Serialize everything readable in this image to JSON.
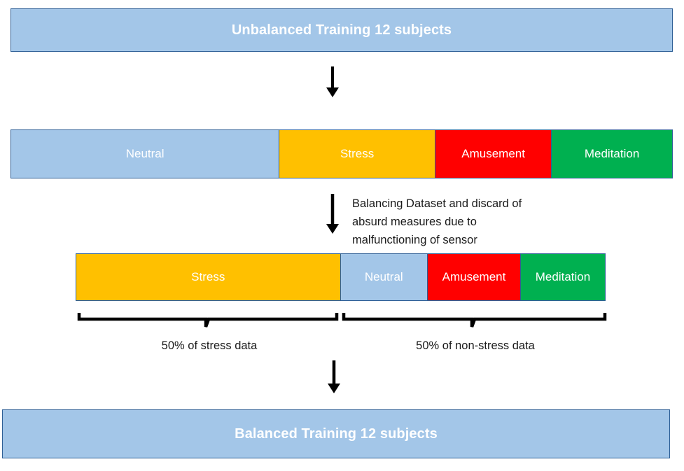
{
  "diagram": {
    "title_top": "Unbalanced Training 12 subjects",
    "title_bottom": "Balanced Training 12 subjects",
    "annotation": "Balancing Dataset and discard of\nabsurd measures due to\nmalfunctioning of sensor",
    "brace_left_caption": "50% of stress data",
    "brace_right_caption": "50% of non-stress data",
    "colors": {
      "blue_fill": "#A3C6E8",
      "blue_border": "#2E5F96",
      "yellow": "#FFC000",
      "red": "#FF0000",
      "green": "#00B050",
      "text_dark": "#1a1a1a",
      "text_light": "#FFFFFF"
    },
    "unbalanced_bar": {
      "segments": [
        {
          "label": "Neutral",
          "color_key": "blue",
          "width_pct": 40.6
        },
        {
          "label": "Stress",
          "color_key": "yellow",
          "width_pct": 23.6
        },
        {
          "label": "Amusement",
          "color_key": "red",
          "width_pct": 17.6
        },
        {
          "label": "Meditation",
          "color_key": "green",
          "width_pct": 18.2
        }
      ]
    },
    "balanced_bar": {
      "segments": [
        {
          "label": "Stress",
          "color_key": "yellow",
          "width_pct": 50.0
        },
        {
          "label": "Neutral",
          "color_key": "blue",
          "width_pct": 16.5
        },
        {
          "label": "Amusement",
          "color_key": "red",
          "width_pct": 17.6
        },
        {
          "label": "Meditation",
          "color_key": "green",
          "width_pct": 15.9
        }
      ]
    },
    "arrows": [
      {
        "name": "arrow-unbalanced-to-breakdown"
      },
      {
        "name": "arrow-breakdown-to-balanced"
      },
      {
        "name": "arrow-balanced-to-result"
      }
    ]
  }
}
